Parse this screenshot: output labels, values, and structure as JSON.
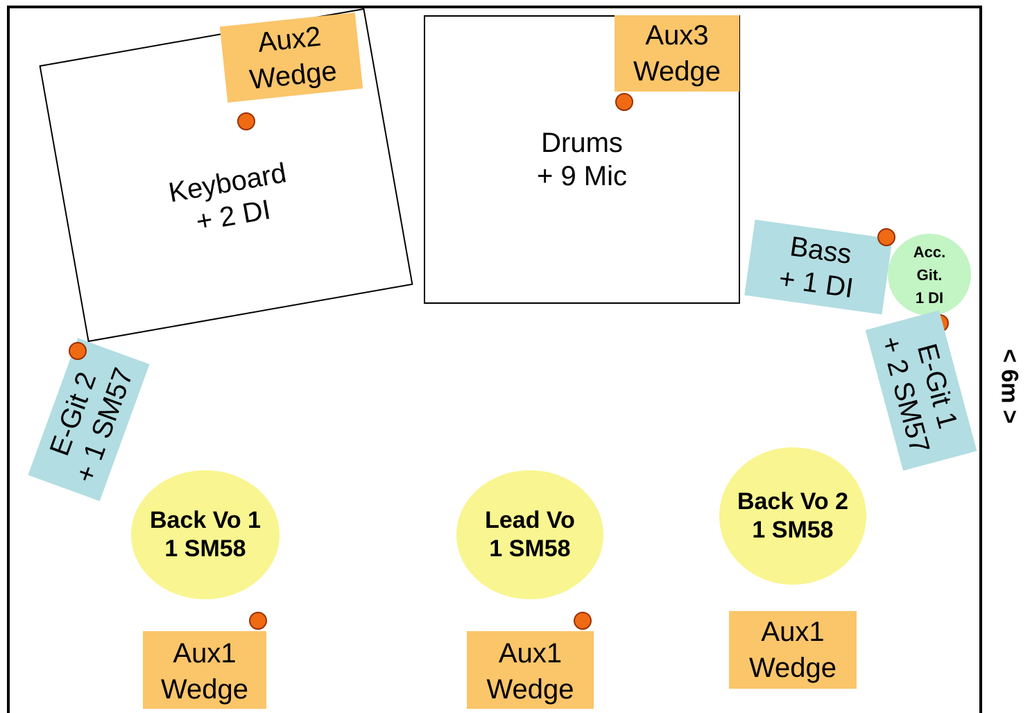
{
  "keyboard": {
    "line1": "Keyboard",
    "line2": "+ 2 DI"
  },
  "drums": {
    "line1": "Drums",
    "line2": "+ 9 Mic"
  },
  "aux2": {
    "line1": "Aux2",
    "line2": "Wedge"
  },
  "aux3": {
    "line1": "Aux3",
    "line2": "Wedge"
  },
  "bass": {
    "line1": "Bass",
    "line2": "+ 1 DI"
  },
  "acc_git": {
    "line1": "Acc.",
    "line2": "Git.",
    "line3": "1 DI"
  },
  "egit1": {
    "line1": "E-Git 1",
    "line2": "+ 2 SM57"
  },
  "egit2": {
    "line1": "E-Git 2",
    "line2": "+ 1 SM57"
  },
  "back_vo_1": {
    "line1": "Back Vo 1",
    "line2": "1 SM58"
  },
  "lead_vo": {
    "line1": "Lead Vo",
    "line2": "1 SM58"
  },
  "back_vo_2": {
    "line1": "Back Vo 2",
    "line2": "1 SM58"
  },
  "aux1_left": {
    "line1": "Aux1",
    "line2": "Wedge"
  },
  "aux1_center": {
    "line1": "Aux1",
    "line2": "Wedge"
  },
  "aux1_right": {
    "line1": "Aux1",
    "line2": "Wedge"
  },
  "stage_depth_label": "< 6m >",
  "colors": {
    "wedge": "#fbc56a",
    "amp": "#b2dde2",
    "vocal": "#f9f590",
    "acoustic": "#c3f4c3",
    "mic": "#f06a14"
  }
}
